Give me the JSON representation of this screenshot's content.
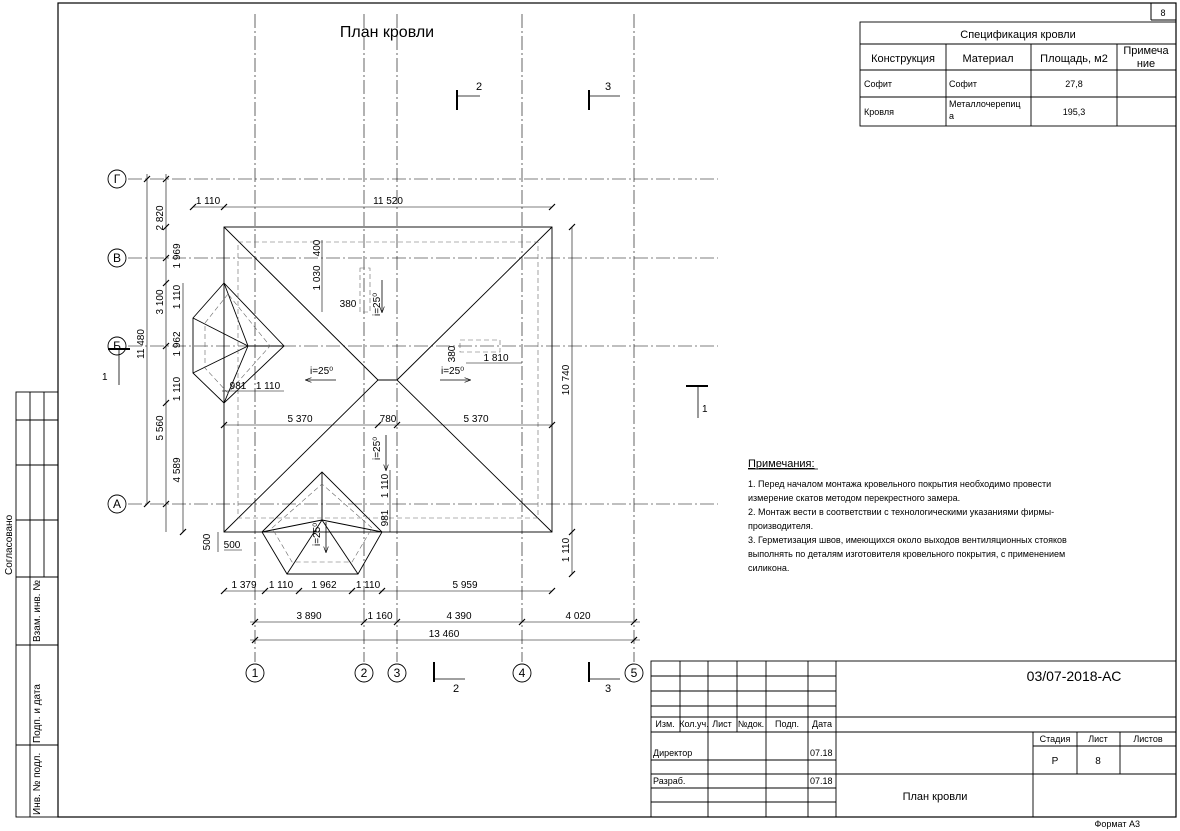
{
  "sheet_number": "8",
  "title": "План кровли",
  "spec_table": {
    "title": "Спецификация кровли",
    "headers": [
      "Конструкция",
      "Материал",
      "Площадь, м2",
      "Примеча",
      "ние"
    ],
    "rows": [
      {
        "construction": "Софит",
        "material": "Софит",
        "area": "27,8"
      },
      {
        "construction": "Кровля",
        "material_line1": "Металлочерепиц",
        "material_line2": "а",
        "area": "195,3"
      }
    ]
  },
  "axes": {
    "rows": [
      "Г",
      "В",
      "Б",
      "А"
    ],
    "cols": [
      "1",
      "2",
      "3",
      "4",
      "5"
    ]
  },
  "sections": {
    "s1": "1",
    "s2": "2",
    "s3": "3"
  },
  "dims": {
    "top_1110": "1 110",
    "top_11520": "11 520",
    "v_2820": "2 820",
    "v_1969": "1 969",
    "v_3100": "3 100",
    "v_1110a": "1 110",
    "v_1962": "1 962",
    "v_1110b": "1 110",
    "v_11480": "11 480",
    "v_5560": "5 560",
    "v_4589": "4 589",
    "v_400": "400",
    "v_1030": "1 030",
    "h_380": "380",
    "v_380": "380",
    "h_1810": "1 810",
    "h_981a": "981",
    "h_1110a": "1 110",
    "h_5370a": "5 370",
    "h_780": "780",
    "h_5370b": "5 370",
    "v_10740": "10 740",
    "v_1110c": "1 110",
    "v_981": "981",
    "v_1110d": "1 110",
    "v_500": "500",
    "h_500": "500",
    "b_1379": "1 379",
    "b_1110a": "1 110",
    "b_1962": "1 962",
    "b_1110b": "1 110",
    "b_5959": "5 959",
    "b_3890": "3 890",
    "b_1160": "1 160",
    "b_4390": "4 390",
    "b_4020": "4 020",
    "b_13460": "13 460"
  },
  "slopes": {
    "left": "i=25⁰",
    "right": "i=25⁰",
    "top": "i=25⁰",
    "middle": "i=25⁰",
    "bottom": "i=25⁰"
  },
  "notes": {
    "title": "Примечания:",
    "lines": [
      "1. Перед началом монтажа кровельного покрытия необходимо провести",
      "измерение скатов методом перекрестного замера.",
      "2. Монтаж вести в соответствии с технологическими указаниями фирмы-",
      "производителя.",
      "3. Герметизация швов, имеющихся около выходов вентиляционных стояков",
      "выполнять по деталям изготовителя кровельного покрытия, с применением",
      "силикона."
    ]
  },
  "side_stamp": {
    "agreed": "Согласовано",
    "inv_replace": "Взам. инв. №",
    "sign_date": "Подп. и дата",
    "inv_orig": "Инв. № подл."
  },
  "title_block": {
    "code": "03/07-2018-АС",
    "col_headers": [
      "Изм.",
      "Кол.уч.",
      "Лист",
      "№док.",
      "Подп.",
      "Дата"
    ],
    "stage_header": "Стадия",
    "sheet_header": "Лист",
    "sheets_header": "Листов",
    "stage": "Р",
    "sheet": "8",
    "director": "Директор",
    "director_date": "07.18",
    "developer": "Разраб.",
    "developer_date": "07.18",
    "drawing_name": "План кровли"
  },
  "format": "Формат А3"
}
